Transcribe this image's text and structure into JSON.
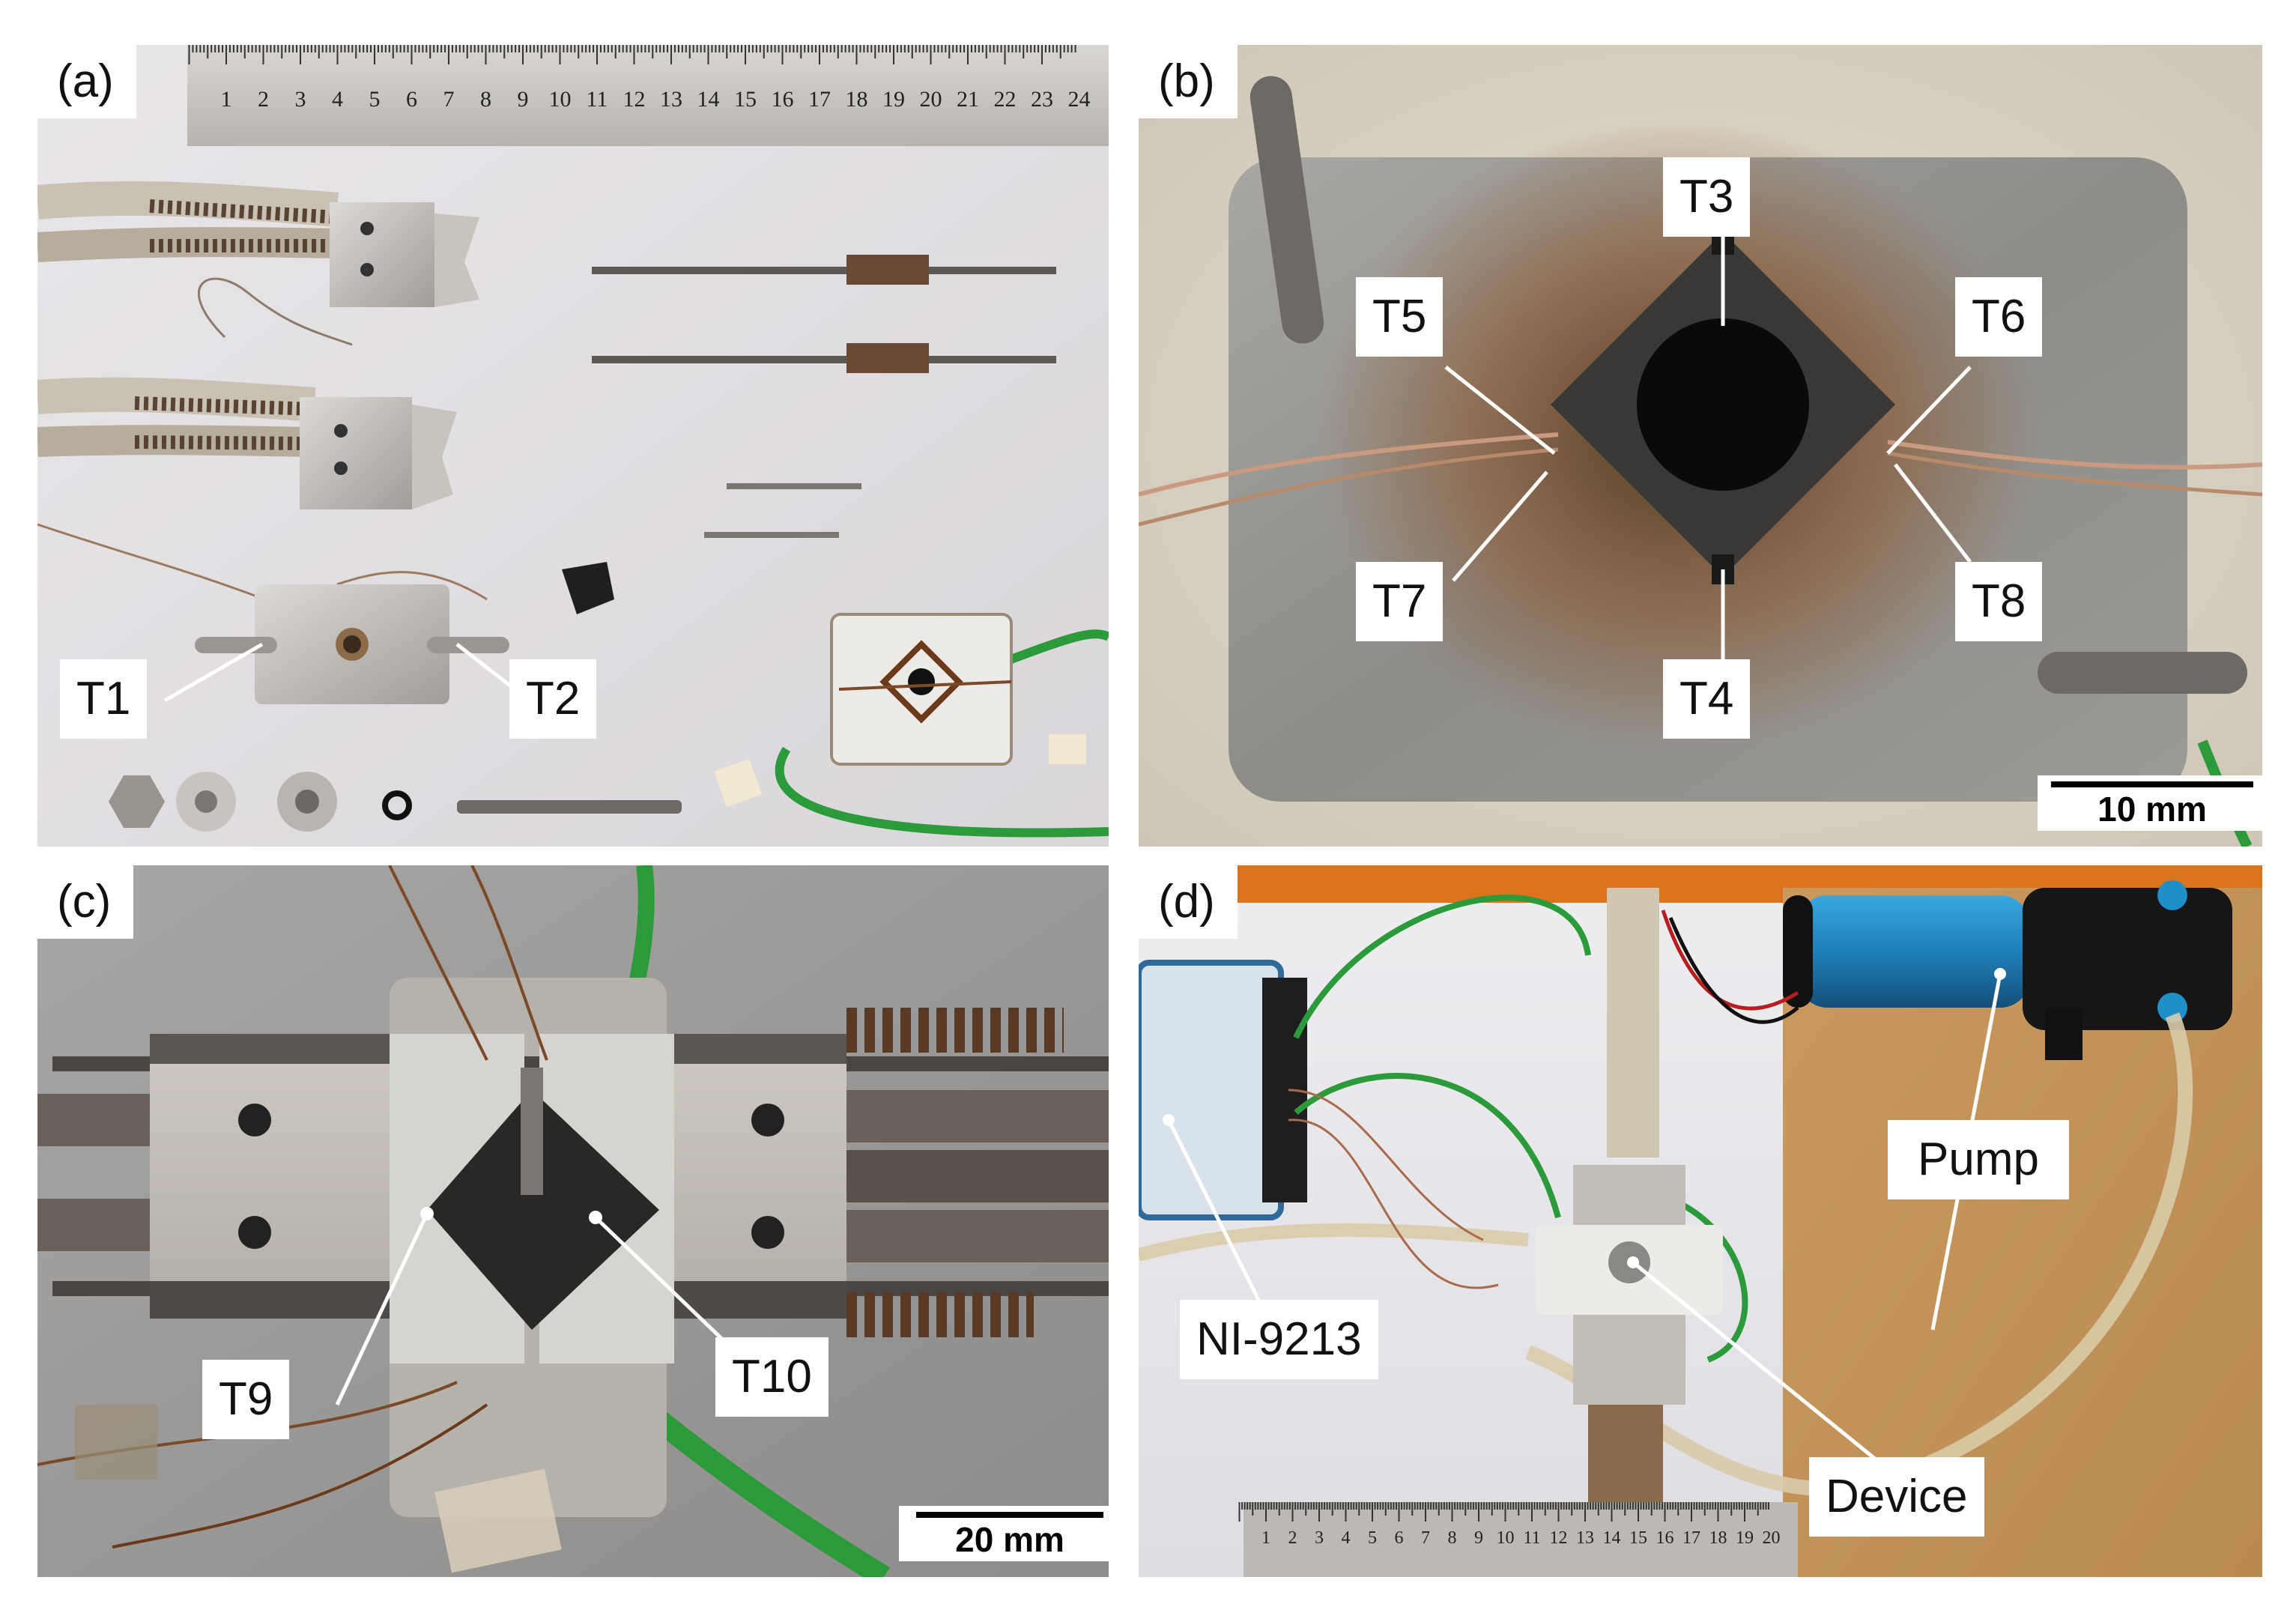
{
  "panels": {
    "a": {
      "letter": "(a)",
      "callouts": [
        "T1",
        "T2"
      ],
      "ruler_ticks": [
        "1",
        "2",
        "3",
        "4",
        "5",
        "6",
        "7",
        "8",
        "9",
        "10",
        "11",
        "12",
        "13",
        "14",
        "15",
        "16",
        "17",
        "18",
        "19",
        "20",
        "21",
        "22",
        "23",
        "24"
      ]
    },
    "b": {
      "letter": "(b)",
      "callouts": [
        "T3",
        "T4",
        "T5",
        "T6",
        "T7",
        "T8"
      ],
      "scale_label": "10 mm"
    },
    "c": {
      "letter": "(c)",
      "callouts": [
        "T9",
        "T10"
      ],
      "scale_label": "20 mm"
    },
    "d": {
      "letter": "(d)",
      "callouts": [
        "NI-9213",
        "Pump",
        "Device"
      ],
      "ruler_ticks": [
        "1",
        "2",
        "3",
        "4",
        "5",
        "6",
        "7",
        "8",
        "9",
        "10",
        "11",
        "12",
        "13",
        "14",
        "15",
        "16",
        "17",
        "18",
        "19",
        "20"
      ]
    }
  },
  "colors": {
    "metal": "#b9b4ad",
    "rust": "#7a4a28",
    "wire_green": "#2a9a3a",
    "workbench": "#c89a62",
    "orange_edge": "#d9731e",
    "pump_blue": "#1f8fc9"
  }
}
